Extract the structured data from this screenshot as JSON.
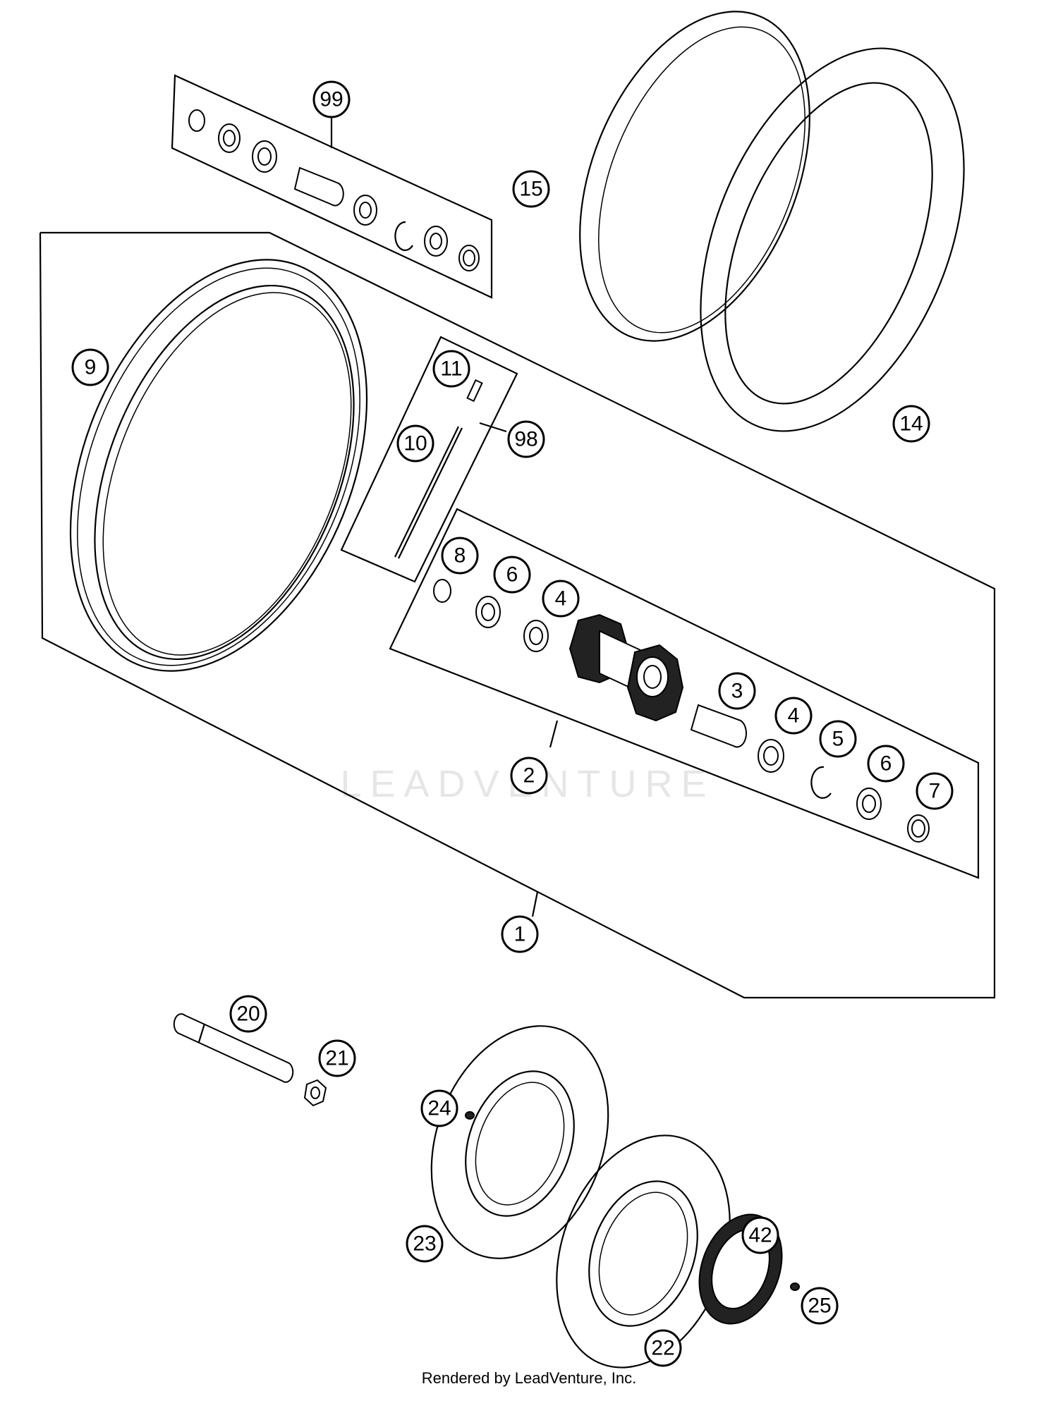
{
  "watermark": "LEADVENTURE",
  "footer": "Rendered by LeadVenture, Inc.",
  "callouts": [
    "99",
    "15",
    "9",
    "11",
    "98",
    "10",
    "14",
    "8",
    "6",
    "4",
    "3",
    "4",
    "5",
    "6",
    "7",
    "2",
    "1",
    "20",
    "21",
    "24",
    "23",
    "42",
    "25",
    "22"
  ]
}
